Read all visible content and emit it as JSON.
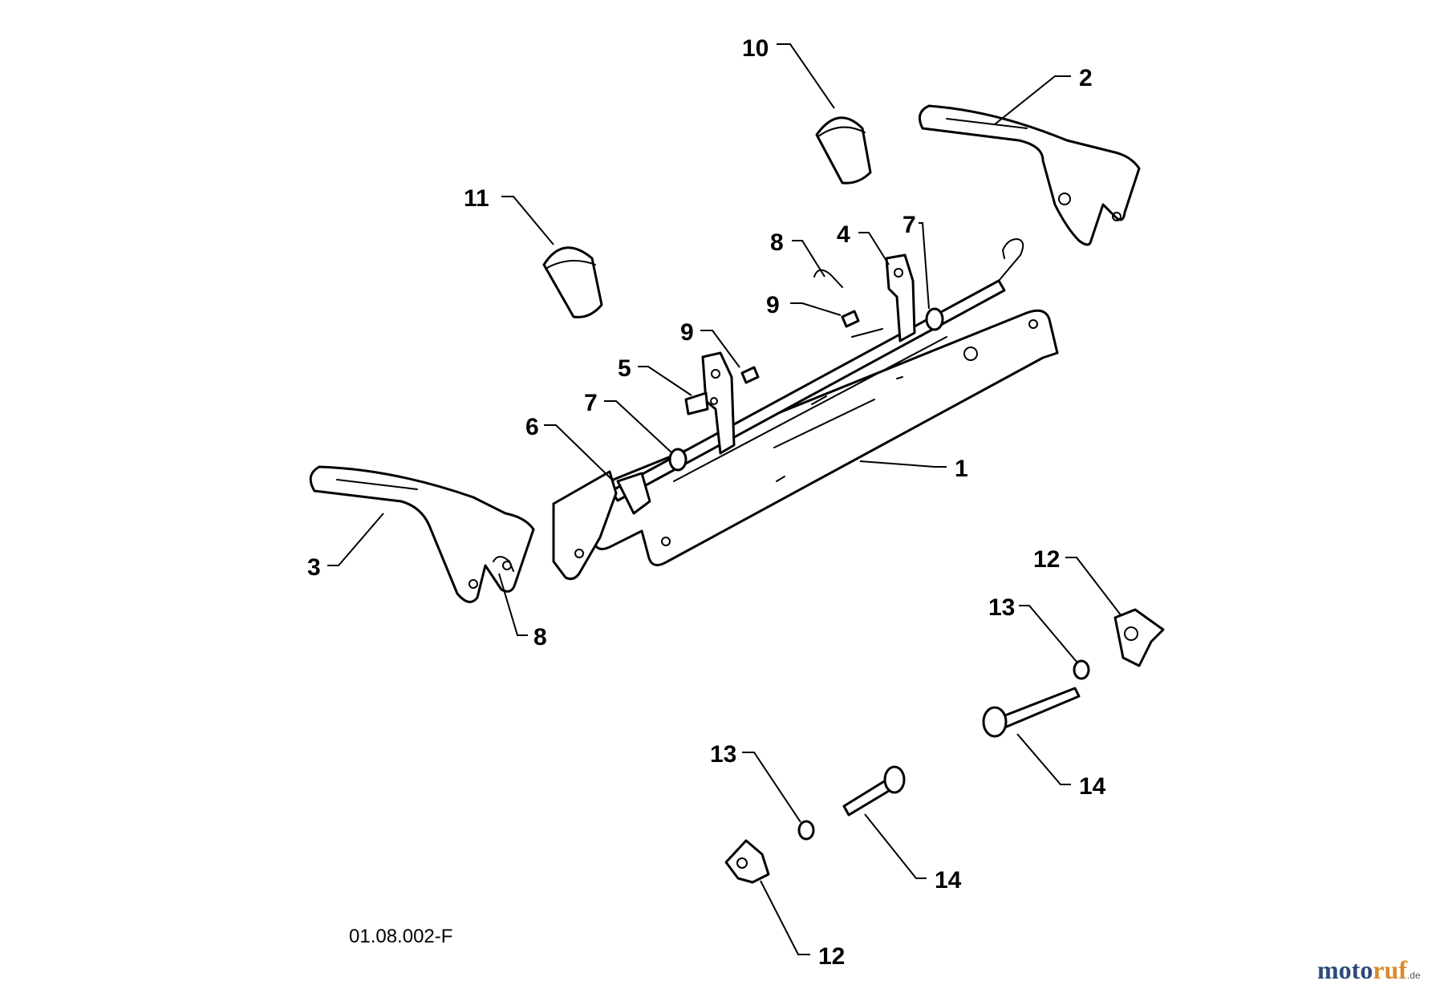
{
  "callouts": [
    {
      "id": "c10",
      "text": "10"
    },
    {
      "id": "c2",
      "text": "2"
    },
    {
      "id": "c11",
      "text": "11"
    },
    {
      "id": "c8a",
      "text": "8"
    },
    {
      "id": "c4",
      "text": "4"
    },
    {
      "id": "c7a",
      "text": "7"
    },
    {
      "id": "c9a",
      "text": "9"
    },
    {
      "id": "c9b",
      "text": "9"
    },
    {
      "id": "c5",
      "text": "5"
    },
    {
      "id": "c7b",
      "text": "7"
    },
    {
      "id": "c6",
      "text": "6"
    },
    {
      "id": "c1",
      "text": "1"
    },
    {
      "id": "c3",
      "text": "3"
    },
    {
      "id": "c8b",
      "text": "8"
    },
    {
      "id": "c12a",
      "text": "12"
    },
    {
      "id": "c13a",
      "text": "13"
    },
    {
      "id": "c14a",
      "text": "14"
    },
    {
      "id": "c13b",
      "text": "13"
    },
    {
      "id": "c14b",
      "text": "14"
    },
    {
      "id": "c12b",
      "text": "12"
    }
  ],
  "drawing_code": "01.08.002-F",
  "watermark": {
    "part1": "moto",
    "part2": "ruf",
    "suffix": ".de"
  },
  "colors": {
    "line": "#000000",
    "background": "#ffffff",
    "watermark_blue": "#2d4a7a",
    "watermark_orange": "#d98a2b"
  }
}
